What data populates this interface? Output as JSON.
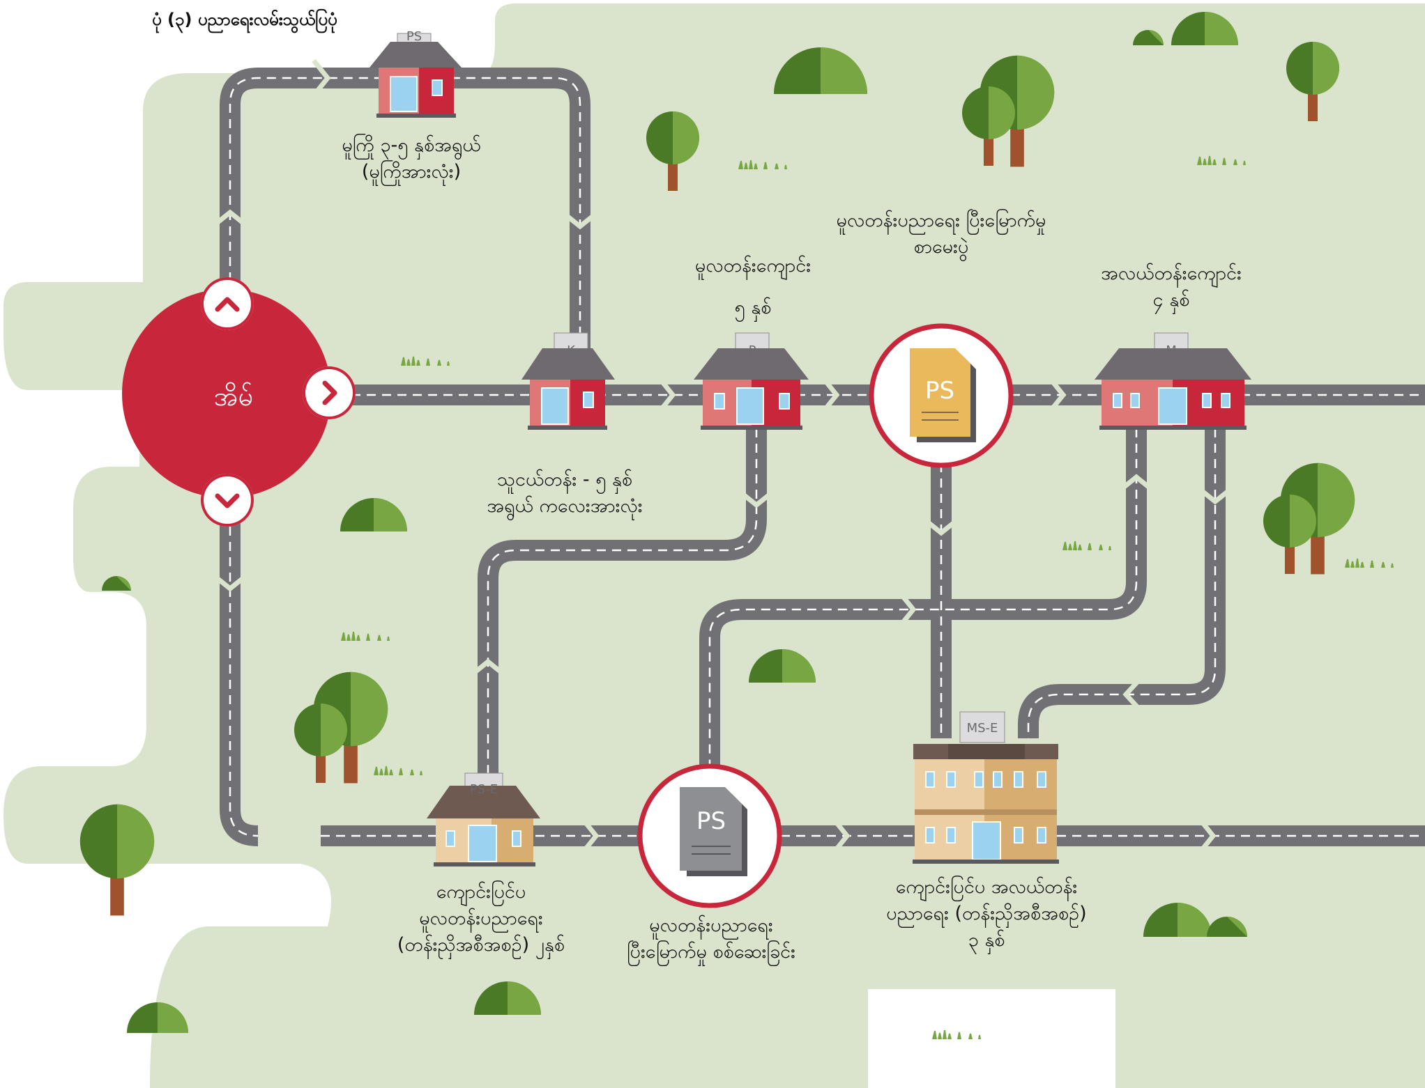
{
  "caption": "ပုံ (၃) ပညာရေးလမ်းသွယ်ပြပုံ",
  "home": {
    "label": "အိမ်"
  },
  "colors": {
    "land": "#dae4cc",
    "road": "#717175",
    "red": "#c8263b",
    "tree_dark": "#4a7a25",
    "tree_light": "#78a642",
    "trunk": "#a0522d",
    "doc_orange": "#eab95c",
    "doc_gray": "#8d8f92"
  },
  "signs": {
    "ps_top": "PS",
    "k": "K",
    "p": "P",
    "m": "M",
    "ps_e": "PS-E",
    "ms_e": "MS-E"
  },
  "docs": {
    "exam": "PS",
    "assessment": "PS"
  },
  "labels": {
    "preschool": [
      "မူကြို ၃-၅ နှစ်အရွယ်",
      "(မူကြိုအားလုံး)"
    ],
    "kindergarten": [
      "သူငယ်တန်း - ၅ နှစ်",
      "အရွယ် ကလေးအားလုံး"
    ],
    "primary": [
      "မူလတန်းကျောင်း",
      "၅ နှစ်"
    ],
    "primary_exam": [
      "မူလတန်းပညာရေး ပြီးမြောက်မှု",
      "စာမေးပွဲ"
    ],
    "middle": [
      "အလယ်တန်းကျောင်း",
      "၄ နှစ်"
    ],
    "alt_primary": [
      "ကျောင်းပြင်ပ",
      "မူလတန်းပညာရေး",
      "(တန်းညှိအစီအစဉ်) ၂နှစ်"
    ],
    "primary_assessment": [
      "မူလတန်းပညာရေး",
      "ပြီးမြောက်မှု စစ်ဆေးခြင်း"
    ],
    "alt_middle": [
      "ကျောင်းပြင်ပ အလယ်တန်း",
      "ပညာရေး (တန်းညှိအစီအစဉ်)",
      "၃ နှစ်"
    ]
  }
}
